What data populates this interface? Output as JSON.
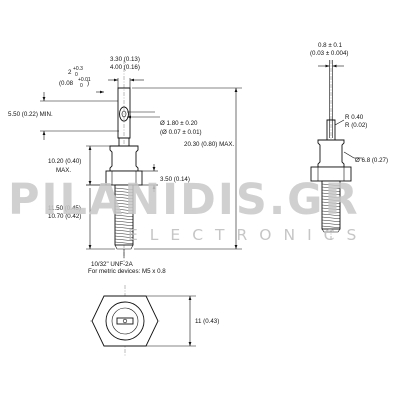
{
  "drawing": {
    "top_left": {
      "tab_width": "3.30 (0.13)",
      "tab_width_max": "4.00 (0.16)",
      "angle_main": "2",
      "angle_tol_plus": "+0.3",
      "angle_tol_minus": "0",
      "angle_alt": "(0.08",
      "angle_alt_tol_plus": "+0.01",
      "angle_alt_tol_minus": "0",
      "angle_alt_close": ")",
      "lead_length": "5.50 (0.22) MIN.",
      "hole_dia": "Ø 1.80 ± 0.20",
      "hole_dia_in": "(Ø 0.07 ± 0.01)",
      "overall_height": "20.30 (0.80) MAX.",
      "body_height": "10.20 (0.40)",
      "body_height_suffix": "MAX.",
      "flange_thk": "3.50 (0.14)",
      "thread_len_max": "11.50 (0.45)",
      "thread_len_min": "10.70 (0.42)",
      "thread_spec": "10/32\" UNF-2A",
      "thread_metric": "For metric devices: M5 x 0.8"
    },
    "top_right": {
      "wire_dia": "0.8 ± 0.1",
      "wire_dia_in": "(0.03 ± 0.004)",
      "radius": "R 0.40",
      "radius_in": "R (0.02)",
      "body_dia": "Ø 6.8 (0.27)"
    },
    "bottom": {
      "hex_flat": "11 (0.43)"
    }
  },
  "watermark": {
    "brand": "PILANIDIS.GR",
    "tagline": "ELECTRONICS",
    "color_brand": "#c8c8c8",
    "color_tagline": "#bdbdbd"
  }
}
